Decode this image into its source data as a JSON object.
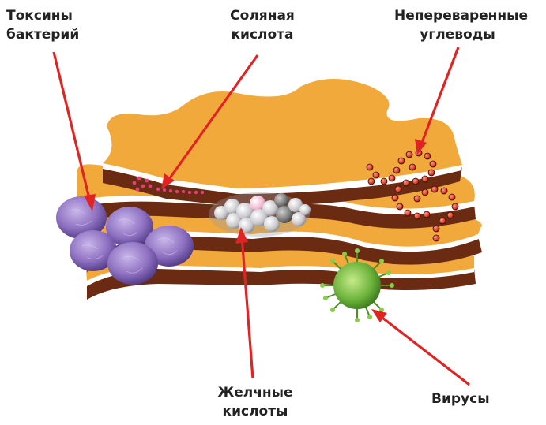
{
  "labels": {
    "toxins": [
      "Токсины",
      "бактерий"
    ],
    "hcl": [
      "Соляная",
      "кислота"
    ],
    "carbs": [
      "Непереваренные",
      "углеводы"
    ],
    "bile": [
      "Желчные",
      "кислоты"
    ],
    "viruses": "Вирусы"
  },
  "colors": {
    "layer_fill": "#f2a93b",
    "layer_stripe_dark": "#6b2a12",
    "layer_stripe_light": "#ffffff",
    "arrow": "#e02424",
    "bacteria": "#8c6fc0",
    "virus": "#6bb23a",
    "acid_dots": "#e0407a",
    "carb_beads": "#d8402a"
  },
  "icons": [
    "bacteria-cluster",
    "virus-particle",
    "bile-acid-molecule",
    "carbohydrate-chain",
    "acid-dots"
  ]
}
